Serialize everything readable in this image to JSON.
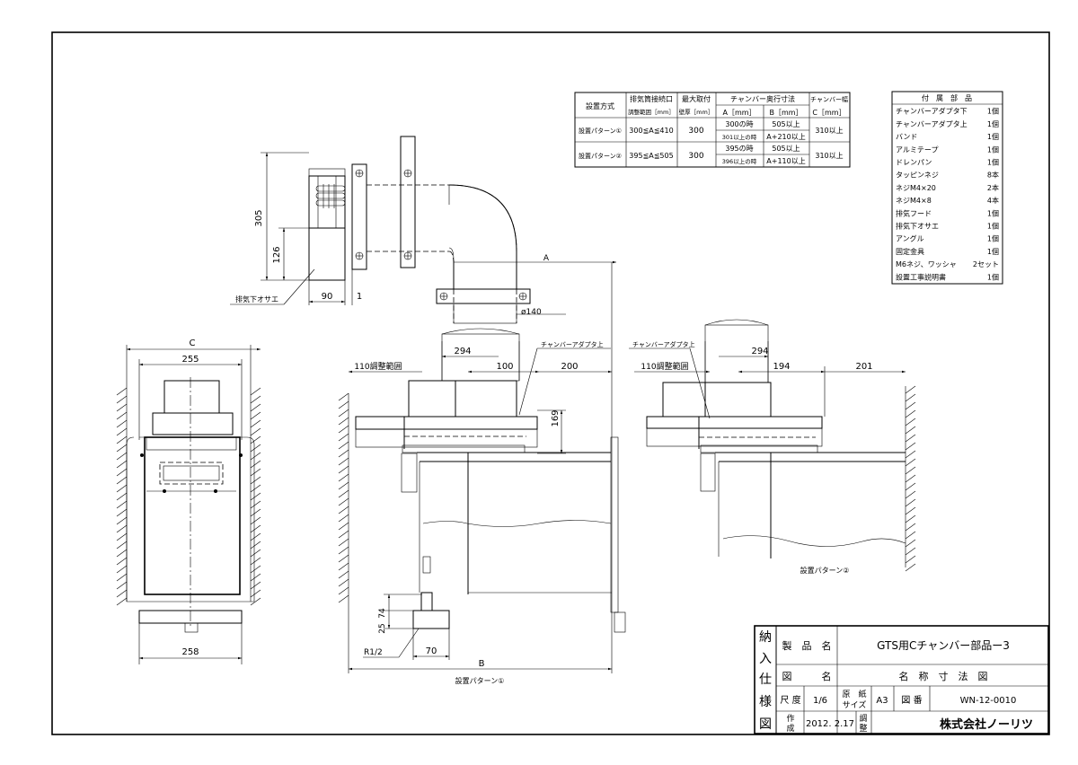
{
  "spec_table": {
    "headers": {
      "method": "設置方式",
      "exhaust": "排気筒接続口",
      "exhaust_sub": "調整範囲［mm］",
      "wall": "最大取付",
      "wall_sub": "壁厚［mm］",
      "depth": "チャンバー奥行寸法",
      "depth_a": "A［mm］",
      "depth_b": "B［mm］",
      "width": "チャンバー幅",
      "width_c": "C［mm］"
    },
    "rows": [
      {
        "method": "設置パターン①",
        "range": "300≦A≦410",
        "wall": "300",
        "a1": "300の時",
        "b1": "505以上",
        "a2": "301以上の時",
        "b2": "A+210以上",
        "c": "310以上"
      },
      {
        "method": "設置パターン②",
        "range": "395≦A≦505",
        "wall": "300",
        "a1": "395の時",
        "b1": "505以上",
        "a2": "396以上の時",
        "b2": "A+110以上",
        "c": "310以上"
      }
    ]
  },
  "parts_table": {
    "title": "付　属　部　品",
    "items": [
      {
        "name": "チャンバーアダプタ下",
        "qty": "1個"
      },
      {
        "name": "チャンバーアダプタ上",
        "qty": "1個"
      },
      {
        "name": "バンド",
        "qty": "1個"
      },
      {
        "name": "アルミテープ",
        "qty": "1個"
      },
      {
        "name": "ドレンパン",
        "qty": "1個"
      },
      {
        "name": "タッピンネジ",
        "qty": "8本"
      },
      {
        "name": "ネジM4×20",
        "qty": "2本"
      },
      {
        "name": "ネジM4×8",
        "qty": "4本"
      },
      {
        "name": "排気フード",
        "qty": "1個"
      },
      {
        "name": "排気下オサエ",
        "qty": "1個"
      },
      {
        "name": "アングル",
        "qty": "1個"
      },
      {
        "name": "固定金具",
        "qty": "1個"
      },
      {
        "name": "M6ネジ、ワッシャ",
        "qty": "2セット"
      },
      {
        "name": "設置工事説明書",
        "qty": "1個"
      }
    ]
  },
  "dimensions": {
    "d305": "305",
    "d126": "126",
    "d90": "90",
    "d1": "1",
    "exhaust_hold": "排気下オサエ",
    "A": "A",
    "phi140": "ø140",
    "C": "C",
    "d255": "255",
    "d258": "258",
    "d294a": "294",
    "d100": "100",
    "d200": "200",
    "adj110a": "110調整範囲",
    "adapter_a": "チャンバーアダプタ上",
    "d169": "169",
    "d74": "74",
    "d25": "25",
    "d70": "70",
    "r12": "R1/2",
    "B": "B",
    "pattern1": "設置パターン①",
    "adj110b": "110調整範囲",
    "adapter_b": "チャンバーアダプタ上",
    "d294b": "294",
    "d194": "194",
    "d201": "201",
    "pattern2": "設置パターン②"
  },
  "title_block": {
    "side": [
      "納",
      "入",
      "仕",
      "様",
      "図"
    ],
    "product_label": "製　品　名",
    "product_name": "GTS用Cチャンバー部品ー3",
    "drawing_label": "図　　　名",
    "drawing_name": "名　称　寸　法　図",
    "scale_label": "尺 度",
    "scale": "1/6",
    "paper_label1": "原　紙",
    "paper_label2": "サイズ",
    "paper": "A3",
    "number_label": "図 番",
    "number": "WN-12-0010",
    "made_label1": "作",
    "made_label2": "成",
    "date": "2012. 2.17",
    "check_label1": "調",
    "check_label2": "整",
    "company": "株式会社ノーリツ"
  }
}
